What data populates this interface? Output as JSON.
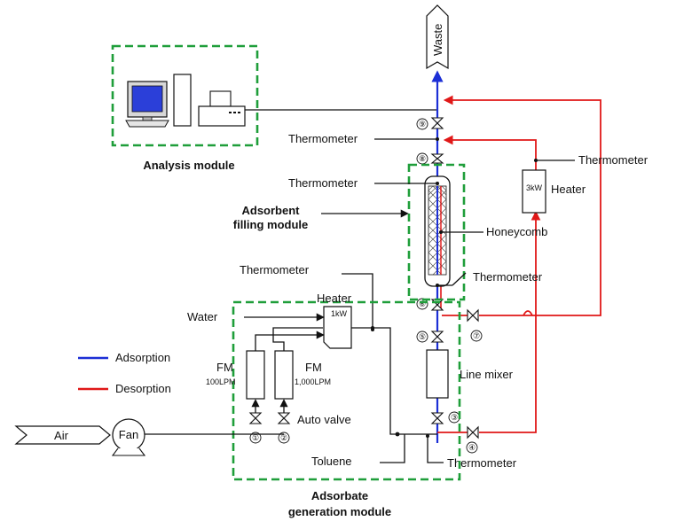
{
  "diagram": {
    "modules": {
      "analysis": "Analysis module",
      "adsorbent": [
        "Adsorbent",
        "filling module"
      ],
      "adsorbate": [
        "Adsorbate",
        "generation module"
      ]
    },
    "labels": {
      "waste": "Waste",
      "thermometer": "Thermometer",
      "heater": "Heater",
      "heater_small_rating": "1kW",
      "heater_big_rating": "3kW",
      "water": "Water",
      "honeycomb": "Honeycomb",
      "line_mixer": "Line mixer",
      "fm": "FM",
      "fm1_rate": "100LPM",
      "fm2_rate": "1,000LPM",
      "auto_valve": "Auto valve",
      "air": "Air",
      "fan": "Fan",
      "toluene": "Toluene"
    },
    "valve_numbers": [
      "①",
      "②",
      "③",
      "④",
      "⑤",
      "⑥",
      "⑦",
      "⑧",
      "⑨"
    ],
    "legend": [
      {
        "label": "Adsorption",
        "color": "#1c2fd6"
      },
      {
        "label": "Desorption",
        "color": "#e01818"
      }
    ]
  }
}
